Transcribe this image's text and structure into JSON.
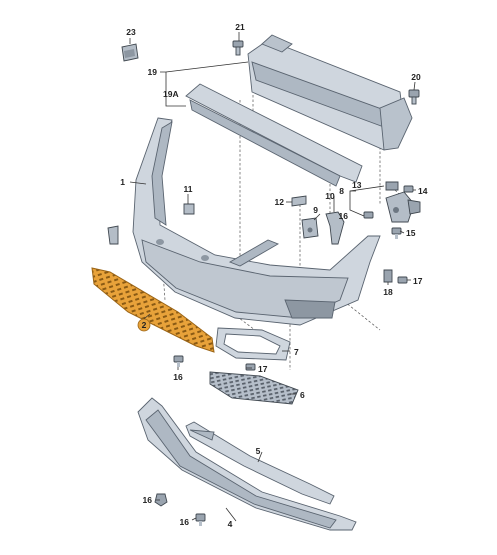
{
  "diagram": {
    "highlight_color": "#E8A23A",
    "part_color": "#CFD6DE",
    "part_shade_color": "#AEB8C3",
    "labels": {
      "p1": "1",
      "p2": "2",
      "p4": "4",
      "p5": "5",
      "p6": "6",
      "p7": "7",
      "p8": "8",
      "p9": "9",
      "p10": "10",
      "p11": "11",
      "p12": "12",
      "p13": "13",
      "p14": "14",
      "p15": "15",
      "p16a": "16",
      "p16b": "16",
      "p16c": "16",
      "p16d": "16",
      "p17a": "17",
      "p17b": "17",
      "p18": "18",
      "p19": "19",
      "p19a": "19A",
      "p20": "20",
      "p21": "21",
      "p23": "23"
    }
  }
}
